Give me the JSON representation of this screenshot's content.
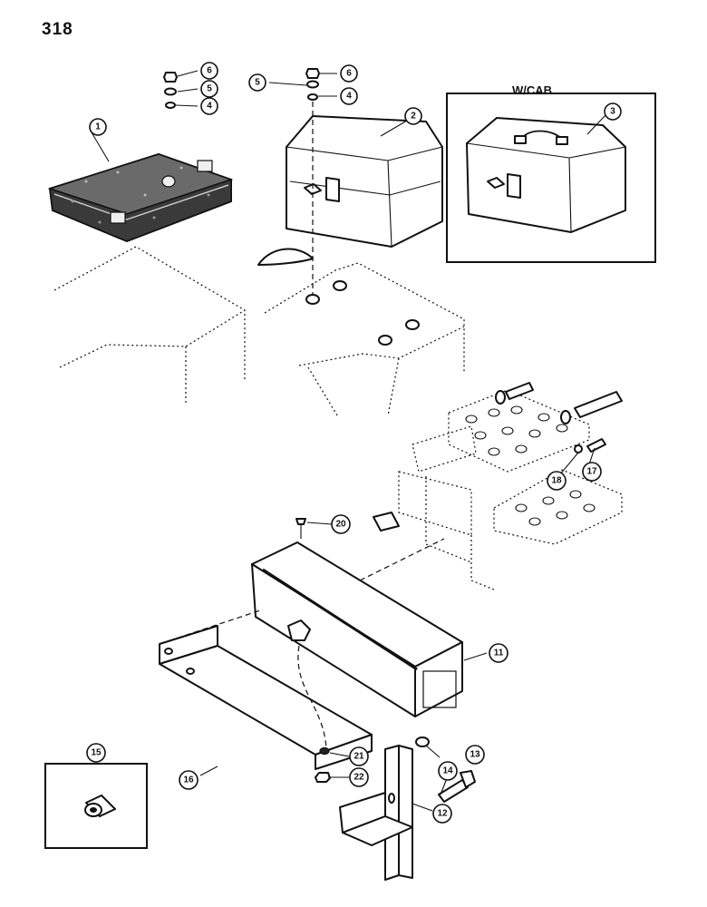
{
  "page_number": "318",
  "inset_cab_label": "W/CAB",
  "callouts": [
    {
      "id": "c1",
      "label": "1"
    },
    {
      "id": "c2",
      "label": "2"
    },
    {
      "id": "c3",
      "label": "3"
    },
    {
      "id": "c4a",
      "label": "4"
    },
    {
      "id": "c4b",
      "label": "4"
    },
    {
      "id": "c5a",
      "label": "5"
    },
    {
      "id": "c5b",
      "label": "5"
    },
    {
      "id": "c6a",
      "label": "6"
    },
    {
      "id": "c6b",
      "label": "6"
    },
    {
      "id": "c11",
      "label": "11"
    },
    {
      "id": "c12",
      "label": "12"
    },
    {
      "id": "c13",
      "label": "13"
    },
    {
      "id": "c14",
      "label": "14"
    },
    {
      "id": "c15",
      "label": "15"
    },
    {
      "id": "c16",
      "label": "16"
    },
    {
      "id": "c17",
      "label": "17"
    },
    {
      "id": "c18",
      "label": "18"
    },
    {
      "id": "c20",
      "label": "20"
    },
    {
      "id": "c21",
      "label": "21"
    },
    {
      "id": "c22",
      "label": "22"
    }
  ]
}
